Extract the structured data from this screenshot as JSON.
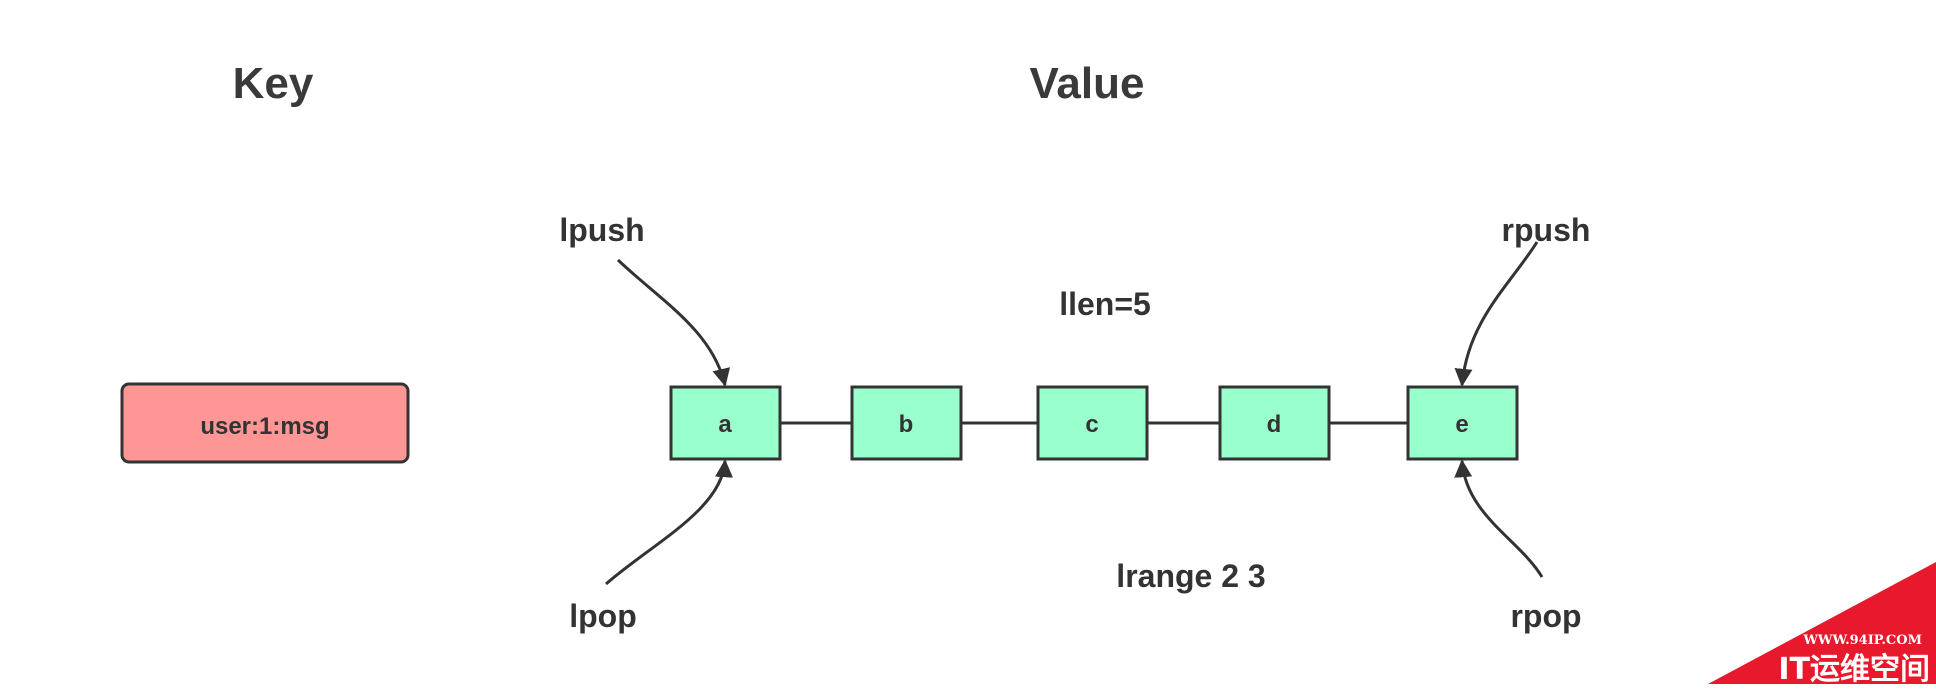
{
  "headings": {
    "key": "Key",
    "value": "Value"
  },
  "key_box": {
    "label": "user:1:msg",
    "fill": "#ff9696"
  },
  "list": {
    "node_fill": "#99ffcc",
    "nodes": [
      "a",
      "b",
      "c",
      "d",
      "e"
    ]
  },
  "labels": {
    "lpush": "lpush",
    "rpush": "rpush",
    "lpop": "lpop",
    "rpop": "rpop",
    "llen": "llen=5",
    "lrange": "lrange 2 3"
  },
  "watermark": {
    "url": "WWW.94IP.COM",
    "name": "IT运维空间",
    "color": "#e8192c"
  },
  "colors": {
    "stroke": "#333333",
    "heading_text": "#3a3a3a"
  }
}
